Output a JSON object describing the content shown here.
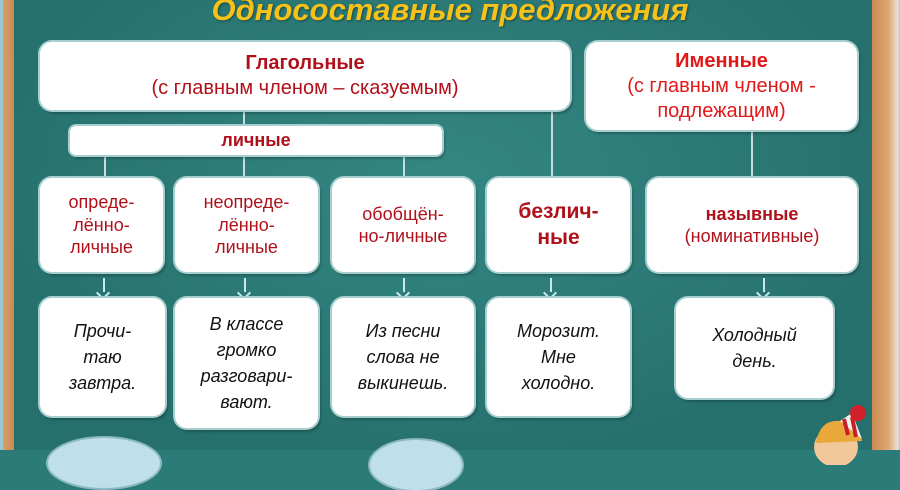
{
  "title": "Односоставные предложения",
  "verbal": {
    "title": "Глагольные",
    "subtitle": "(с главным членом – сказуемым)"
  },
  "nominal": {
    "title": "Именные",
    "subtitle_1": "(с главным членом -",
    "subtitle_2": "подлежащим)"
  },
  "personal": {
    "label": "личные"
  },
  "types": [
    {
      "lines": [
        "опреде-",
        "лённо-",
        "личные"
      ]
    },
    {
      "lines": [
        "неопреде-",
        "лённо-",
        "личные"
      ]
    },
    {
      "lines": [
        "обобщён-",
        "но-личные"
      ]
    },
    {
      "lines": [
        "безлич-",
        "ные"
      ]
    },
    {
      "lines": [
        "назывные",
        "(номинативные)"
      ]
    }
  ],
  "examples": [
    {
      "lines": [
        "Прочи-",
        "таю",
        "завтра."
      ]
    },
    {
      "lines": [
        "В классе",
        "громко",
        "разговари-",
        "вают."
      ]
    },
    {
      "lines": [
        "Из песни",
        "слова не",
        "выкинешь."
      ]
    },
    {
      "lines": [
        "Морозит.",
        "Мне",
        "холодно."
      ]
    },
    {
      "lines": [
        "Холодный",
        "день."
      ]
    }
  ],
  "colors": {
    "board": "#2b7b78",
    "title": "#f6c21a",
    "accent": "#b0101a",
    "nominal": "#e01818"
  }
}
